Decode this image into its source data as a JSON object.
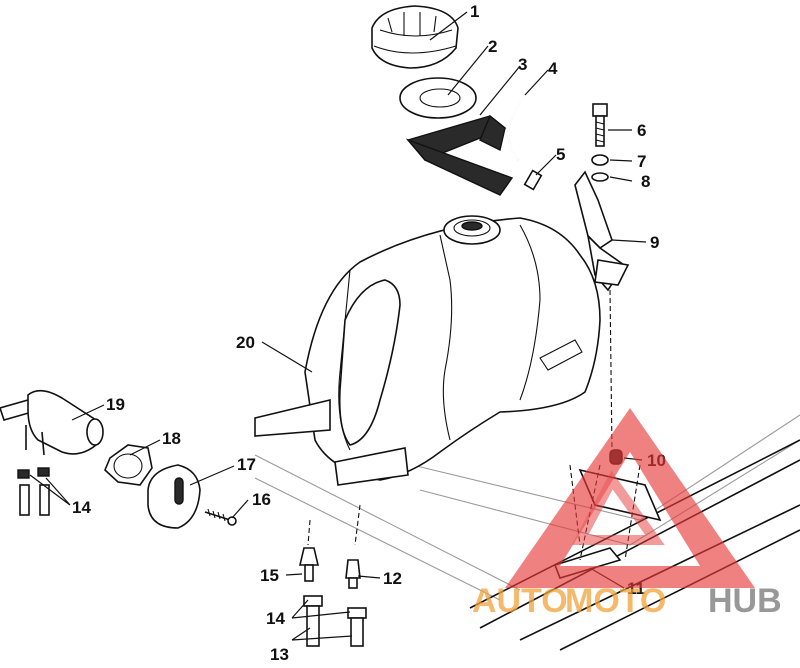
{
  "callouts": [
    {
      "id": "1",
      "label": "1"
    },
    {
      "id": "2",
      "label": "2"
    },
    {
      "id": "3",
      "label": "3"
    },
    {
      "id": "4",
      "label": "4"
    },
    {
      "id": "5",
      "label": "5"
    },
    {
      "id": "6",
      "label": "6"
    },
    {
      "id": "7",
      "label": "7"
    },
    {
      "id": "8",
      "label": "8"
    },
    {
      "id": "9",
      "label": "9"
    },
    {
      "id": "10",
      "label": "10"
    },
    {
      "id": "11",
      "label": "11"
    },
    {
      "id": "12",
      "label": "12"
    },
    {
      "id": "13",
      "label": "13"
    },
    {
      "id": "14a",
      "label": "14"
    },
    {
      "id": "14b",
      "label": "14"
    },
    {
      "id": "15",
      "label": "15"
    },
    {
      "id": "16",
      "label": "16"
    },
    {
      "id": "17",
      "label": "17"
    },
    {
      "id": "18",
      "label": "18"
    },
    {
      "id": "19",
      "label": "19"
    },
    {
      "id": "20",
      "label": "20"
    }
  ],
  "watermark": {
    "part1": "AUTO",
    "part2": "MOTO",
    "part3": "HUB",
    "color_primary": "#f2a23a",
    "color_secondary": "#8d8d8d",
    "triangle_color": "#e83a3a"
  }
}
